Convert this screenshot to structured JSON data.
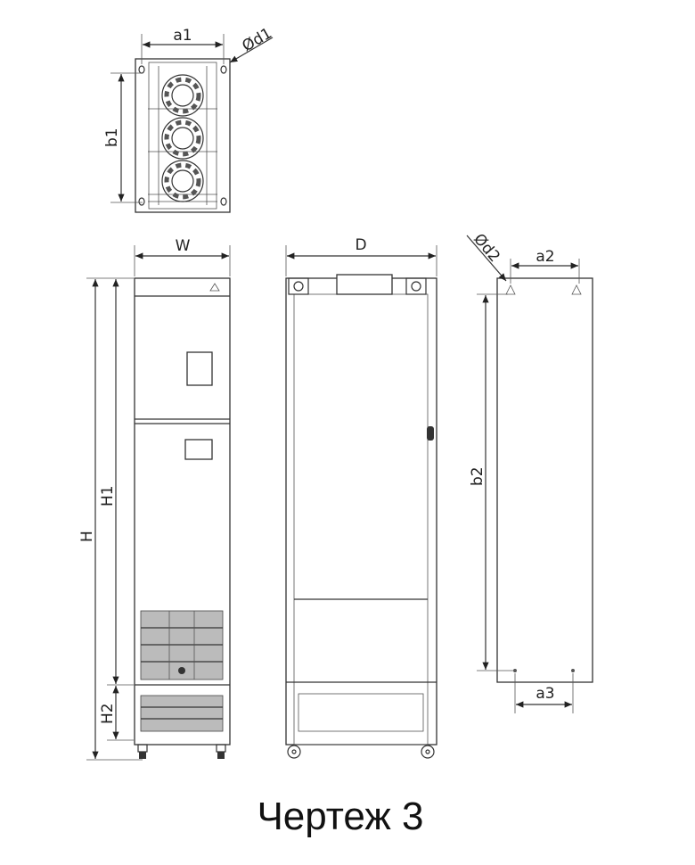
{
  "title": "Чертеж 3",
  "top_view": {
    "width_label": "a1",
    "hole_label": "Ød1",
    "depth_label": "b1",
    "fans": 3
  },
  "front_view": {
    "width_label": "W",
    "height_label": "H",
    "upper_height_label": "H1",
    "lower_height_label": "H2"
  },
  "side_view": {
    "depth_label": "D"
  },
  "mounting_view": {
    "top_spacing_label": "a2",
    "hole_label": "Ød2",
    "vertical_spacing_label": "b2",
    "bottom_spacing_label": "a3"
  }
}
